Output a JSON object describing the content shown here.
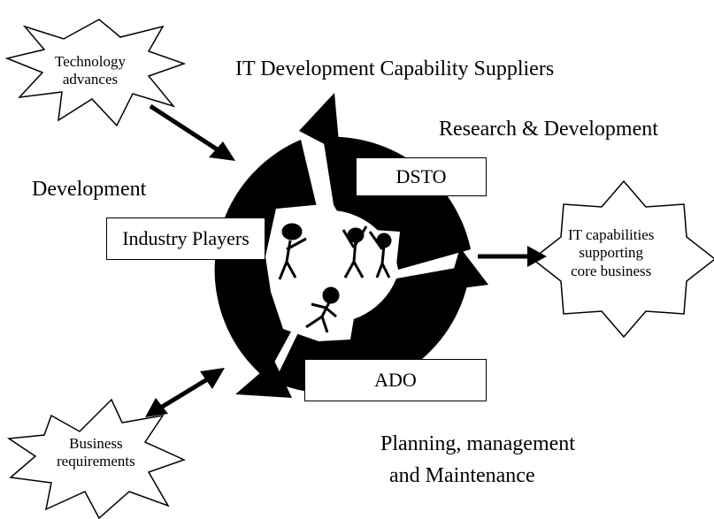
{
  "heading": "IT Development Capability Suppliers",
  "labels": {
    "research": "Research & Development",
    "development": "Development",
    "planning_line1": "Planning, management",
    "planning_line2": "and Maintenance"
  },
  "boxes": {
    "dsto": "DSTO",
    "industry": "Industry Players",
    "ado": "ADO"
  },
  "inputs": {
    "technology_line1": "Technology",
    "technology_line2": "advances",
    "business_line1": "Business",
    "business_line2": "requirements"
  },
  "output": {
    "line1": "IT capabilities",
    "line2": "supporting",
    "line3": "core business"
  }
}
